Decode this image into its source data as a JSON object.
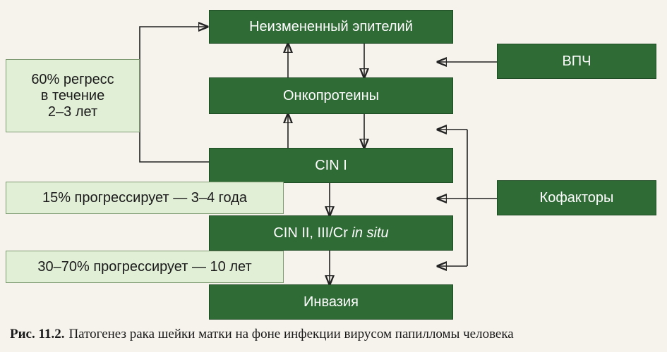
{
  "diagram": {
    "boxes": {
      "epithelium": "Неизмененный эпителий",
      "oncoproteins": "Онкопротеины",
      "cin1": "CIN I",
      "cin23_prefix": "CIN II, III/Cr ",
      "cin23_italic": "in situ",
      "invasion": "Инвазия",
      "hpv": "ВПЧ",
      "cofactors": "Кофакторы"
    },
    "notes": {
      "regress_line1": "60% регресс",
      "regress_line2": "в течение",
      "regress_line3": "2–3 лет",
      "progress_cin1": "15% прогрессирует — 3–4 года",
      "progress_cin23": "30–70% прогрессирует — 10 лет"
    },
    "caption": {
      "label": "Рис. 11.2.",
      "text": "Патогенез рака шейки матки на фоне инфекции вирусом папилломы человека"
    },
    "colors": {
      "dark_box": "#2f6b35",
      "light_box": "#e2efd7",
      "background": "#f6f3ec"
    }
  }
}
